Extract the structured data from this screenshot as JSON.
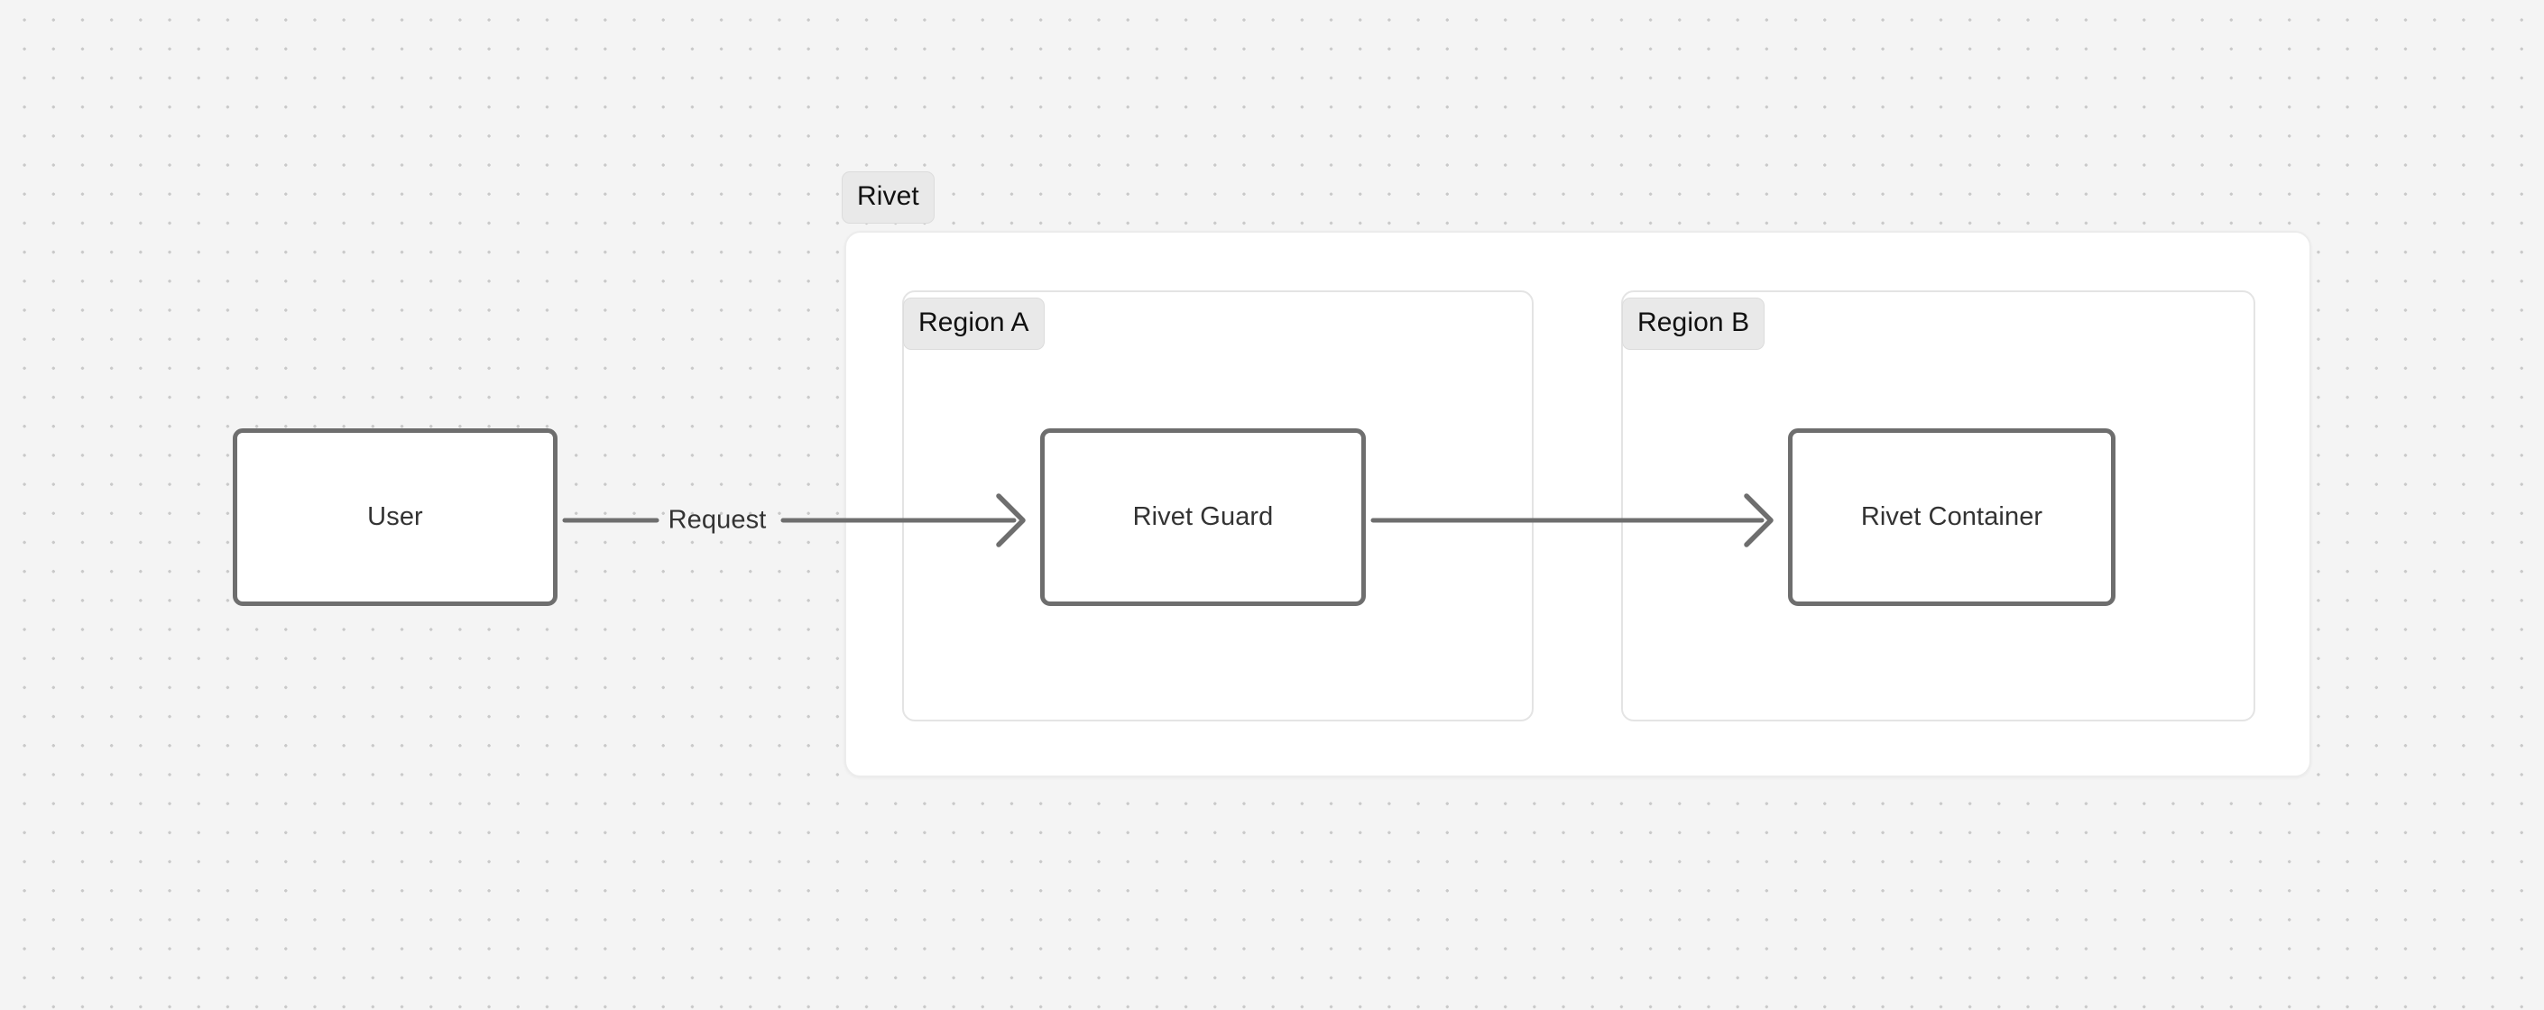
{
  "diagram": {
    "type": "flow-diagram",
    "background": {
      "color": "#f4f4f4",
      "pattern": "dot-grid",
      "dot_color": "#c9c9c9"
    },
    "colors": {
      "node_border": "#6e6e6e",
      "node_fill": "#ffffff",
      "edge": "#6e6e6e",
      "group_fill": "#ffffff",
      "group_border": "#e4e4e4",
      "label_pill_fill": "#e9e9e9",
      "label_pill_border": "#dcdcdc",
      "text": "#333333",
      "label_text": "#111111"
    },
    "groups": [
      {
        "id": "rivet",
        "label": "Rivet"
      },
      {
        "id": "region-a",
        "label": "Region A"
      },
      {
        "id": "region-b",
        "label": "Region B"
      }
    ],
    "nodes": [
      {
        "id": "user",
        "label": "User",
        "group": null
      },
      {
        "id": "rivet-guard",
        "label": "Rivet Guard",
        "group": "region-a"
      },
      {
        "id": "rivet-container",
        "label": "Rivet Container",
        "group": "region-b"
      }
    ],
    "edges": [
      {
        "id": "user-to-guard",
        "from": "user",
        "to": "rivet-guard",
        "label": "Request",
        "arrowhead": "chevron"
      },
      {
        "id": "guard-to-container",
        "from": "rivet-guard",
        "to": "rivet-container",
        "label": "",
        "arrowhead": "chevron"
      }
    ]
  }
}
